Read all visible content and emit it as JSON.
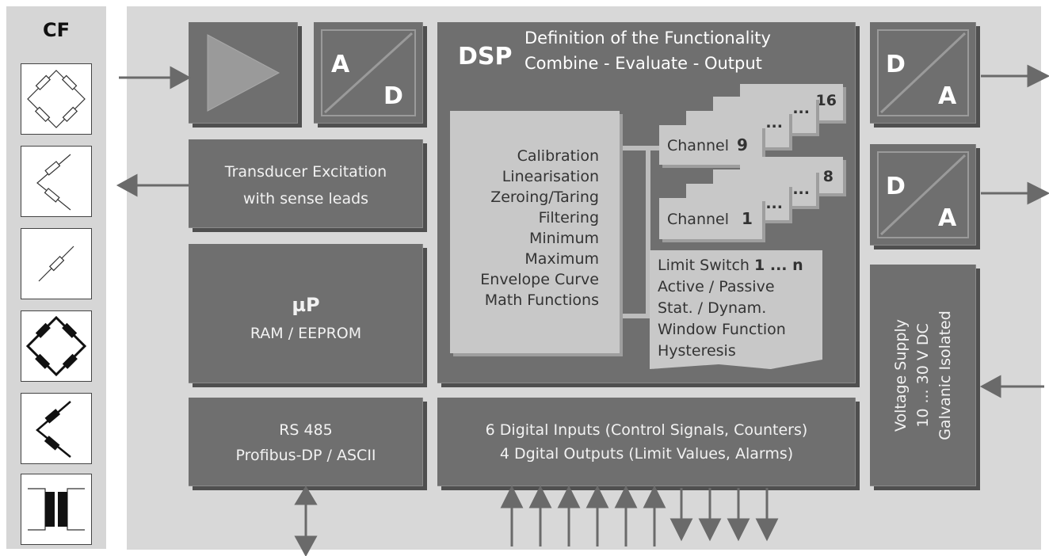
{
  "cf_label": "CF",
  "sensors": [
    "full-bridge-icon",
    "half-bridge-icon",
    "quarter-bridge-icon",
    "full-bridge-bold-icon",
    "half-bridge-bold-icon",
    "transformer-icon"
  ],
  "amplifier": {
    "icon": "amplifier-triangle-icon"
  },
  "adc": {
    "top": "A",
    "bottom": "D"
  },
  "dac1": {
    "top": "D",
    "bottom": "A"
  },
  "dac2": {
    "top": "D",
    "bottom": "A"
  },
  "excitation": {
    "line1": "Transducer Excitation",
    "line2": "with sense leads"
  },
  "micro": {
    "title": "µP",
    "subtitle": "RAM / EEPROM"
  },
  "comm": {
    "line1": "RS 485",
    "line2": "Profibus-DP / ASCII"
  },
  "dsp": {
    "title": "DSP",
    "line1": "Definition of the Functionality",
    "line2": "Combine - Evaluate - Output"
  },
  "functions": [
    "Calibration",
    "Linearisation",
    "Zeroing/Taring",
    "Filtering",
    "Minimum",
    "Maximum",
    "Envelope Curve",
    "Math Functions"
  ],
  "channels_high": {
    "label": "Channel",
    "num": "9",
    "dots": "...",
    "end": "16"
  },
  "channels_low": {
    "label": "Channel",
    "num": "1",
    "dots": "...",
    "end": "8"
  },
  "limit": {
    "prefix": "Limit Switch",
    "range": "1 ... n",
    "lines": [
      "Active / Passive",
      "Stat. / Dynam.",
      "Window Function",
      "Hysteresis"
    ]
  },
  "digital_io": {
    "line1": "6 Digital Inputs (Control Signals, Counters)",
    "line2": "4 Dgital Outputs (Limit Values, Alarms)"
  },
  "voltage": {
    "line1": "Voltage Supply",
    "line2": "10 ... 30 V DC",
    "line3": "Galvanic Isolated"
  },
  "colors": {
    "box": "#6f6f6f",
    "panel": "#d8d8d8",
    "light_box": "#c8c8c8",
    "arrow": "#6a6a6a"
  }
}
